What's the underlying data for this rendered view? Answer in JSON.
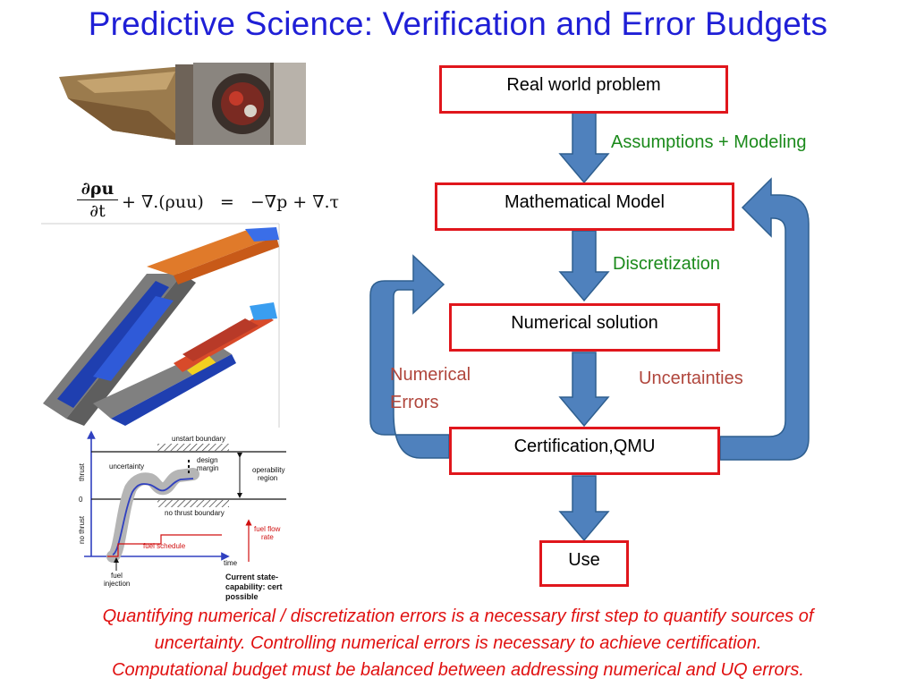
{
  "title": "Predictive Science: Verification and Error Budgets",
  "flow": {
    "real_world": "Real world problem",
    "math_model": "Mathematical Model",
    "numerical": "Numerical solution",
    "certification": "Certification,QMU",
    "use": "Use"
  },
  "labels": {
    "assumptions": "Assumptions + Modeling",
    "discretization": "Discretization",
    "numerical_errors_1": "Numerical",
    "numerical_errors_2": "Errors",
    "uncertainties": "Uncertainties"
  },
  "caption": {
    "line1": "Quantifying numerical / discretization errors is a necessary first step to quantify sources of",
    "line2": "uncertainty. Controlling numerical errors is necessary to achieve certification.",
    "line3": "Computational budget must be balanced between addressing numerical and UQ errors."
  },
  "equation": {
    "num": "∂ρu",
    "den": "∂t",
    "rest": "+ ∇.(ρuu)   =   −∇p + ∇.τ"
  },
  "thrust_chart": {
    "unstart": "unstart boundary",
    "design": "design",
    "margin": "margin",
    "operability1": "operability",
    "operability2": "region",
    "uncertainty": "uncertainty",
    "no_thrust_boundary": "no thrust boundary",
    "fuel_flow1": "fuel flow",
    "fuel_flow2": "rate",
    "fuel_schedule": "fuel schedule",
    "time": "time",
    "thrust": "thrust",
    "no_thrust": "no thrust",
    "zero": "0",
    "fuel1": "fuel",
    "fuel2": "injection",
    "current1": "Current state-",
    "current2": "capability: cert",
    "current3": "possible"
  },
  "colors": {
    "title": "#1f1fd6",
    "box_border": "#e0161c",
    "arrow_fill": "#4f81bd",
    "arrow_stroke": "#2f5f8f",
    "green_label": "#1b8a1b",
    "brick_label": "#b0463c",
    "caption": "#e01010"
  }
}
